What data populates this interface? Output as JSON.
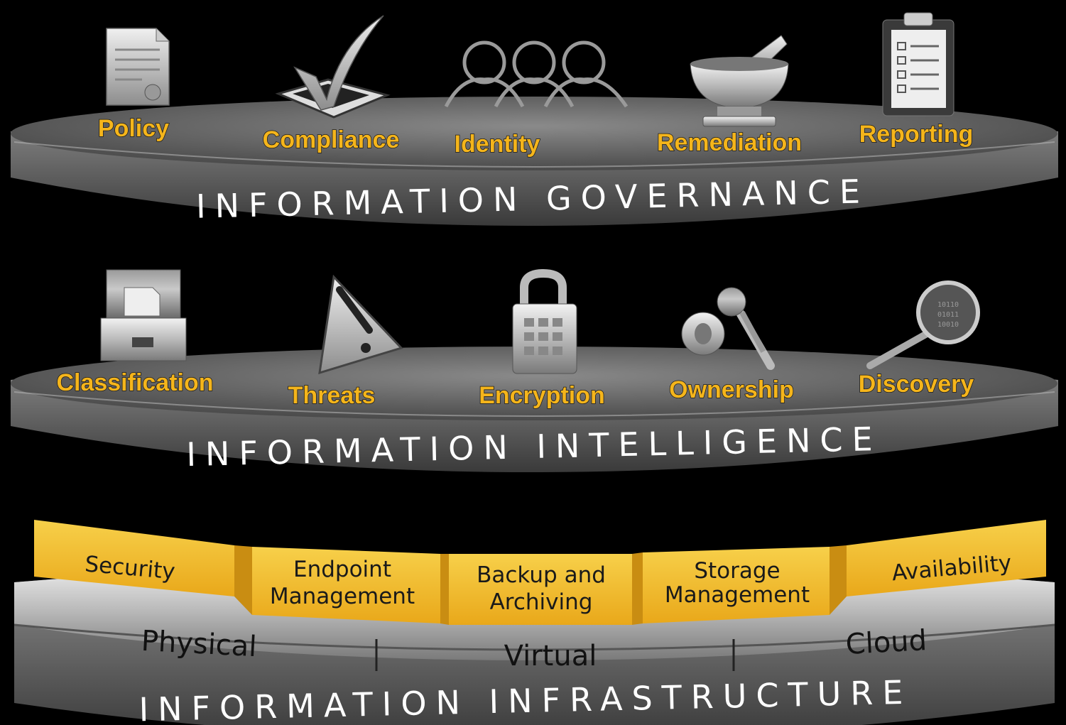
{
  "layers": [
    {
      "title": "INFORMATION GOVERNANCE",
      "items": [
        {
          "label": "Policy",
          "icon": "policy-document-icon"
        },
        {
          "label": "Compliance",
          "icon": "checkmark-icon"
        },
        {
          "label": "Identity",
          "icon": "people-icon"
        },
        {
          "label": "Remediation",
          "icon": "mortar-pestle-icon"
        },
        {
          "label": "Reporting",
          "icon": "clipboard-icon"
        }
      ]
    },
    {
      "title": "INFORMATION INTELLIGENCE",
      "items": [
        {
          "label": "Classification",
          "icon": "file-cabinet-icon"
        },
        {
          "label": "Threats",
          "icon": "warning-icon"
        },
        {
          "label": "Encryption",
          "icon": "padlock-icon"
        },
        {
          "label": "Ownership",
          "icon": "keys-icon"
        },
        {
          "label": "Discovery",
          "icon": "magnifier-icon"
        }
      ]
    },
    {
      "title": "INFORMATION INFRASTRUCTURE",
      "segments": [
        "Security",
        "Endpoint",
        "Management",
        "Backup and",
        "Archiving",
        "Storage",
        "Management",
        "Availability"
      ],
      "environments": [
        "Physical",
        "Virtual",
        "Cloud"
      ]
    }
  ],
  "colors": {
    "accent": "#f5b51b",
    "band": "#f2c033",
    "background": "#000000"
  }
}
